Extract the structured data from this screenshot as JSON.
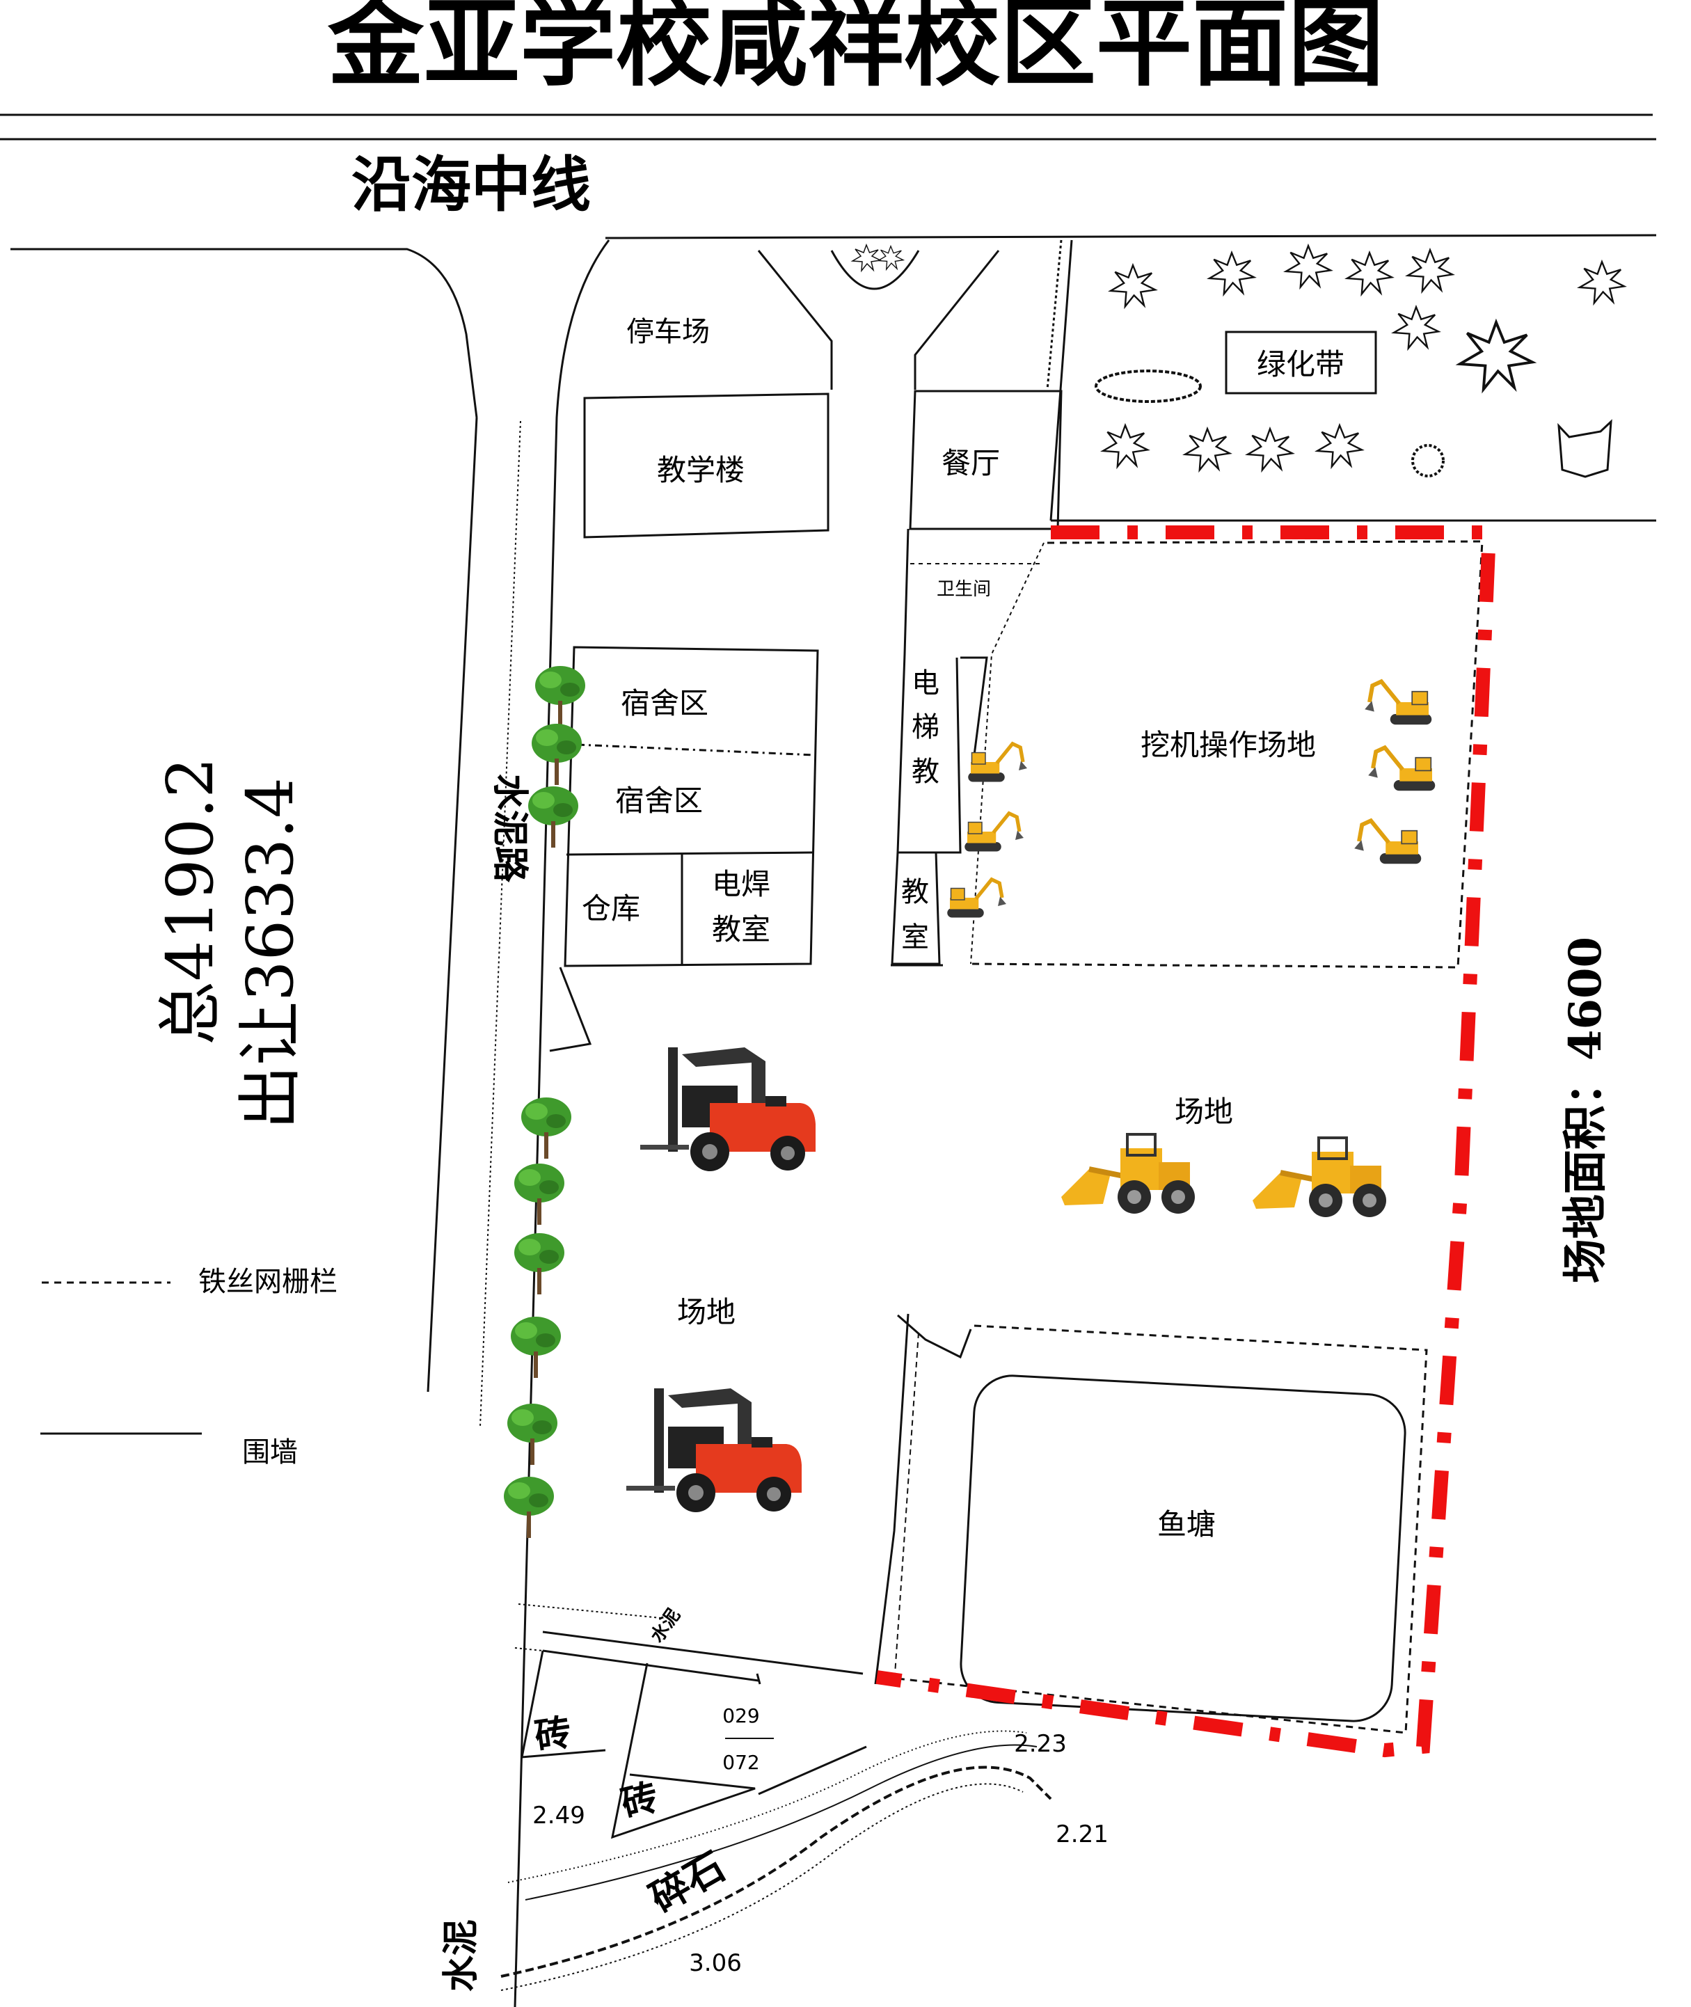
{
  "title": "金亚学校咸祥校区平面图",
  "road_top": "沿海中线",
  "road_left": "水泥路",
  "area_total": "总4190.2",
  "area_transfer": "出让3633.4",
  "site_area": "场地面积：4600",
  "legend": {
    "fence": "铁丝网栅栏",
    "wall": "围墙"
  },
  "labels": {
    "parking": "停车场",
    "teaching_building": "教学楼",
    "canteen": "餐厅",
    "toilet": "卫生间",
    "green_belt": "绿化带",
    "dorm_1": "宿舍区",
    "dorm_2": "宿舍区",
    "warehouse": "仓库",
    "weld_1": "电焊",
    "weld_2": "教室",
    "elev_1": "电",
    "elev_2": "梯",
    "elev_3": "教",
    "class_1": "教",
    "class_2": "室",
    "excavator_field": "挖机操作场地",
    "field_right": "场地",
    "field_left": "场地",
    "fish_pond": "鱼塘",
    "brick_1": "砖",
    "brick_2": "砖",
    "gravel": "碎石",
    "cement_small": "水泥",
    "cement_bottom": "水泥"
  },
  "dimensions": {
    "d029": "029",
    "d072": "072",
    "d223": "2.23",
    "d221": "2.21",
    "d249": "2.49",
    "d306": "3.06"
  },
  "colors": {
    "boundary_red": "#ee1111",
    "tree_green": "#3f9a2c",
    "forklift_red": "#e53a1e",
    "machine_yellow": "#f2b21c"
  }
}
